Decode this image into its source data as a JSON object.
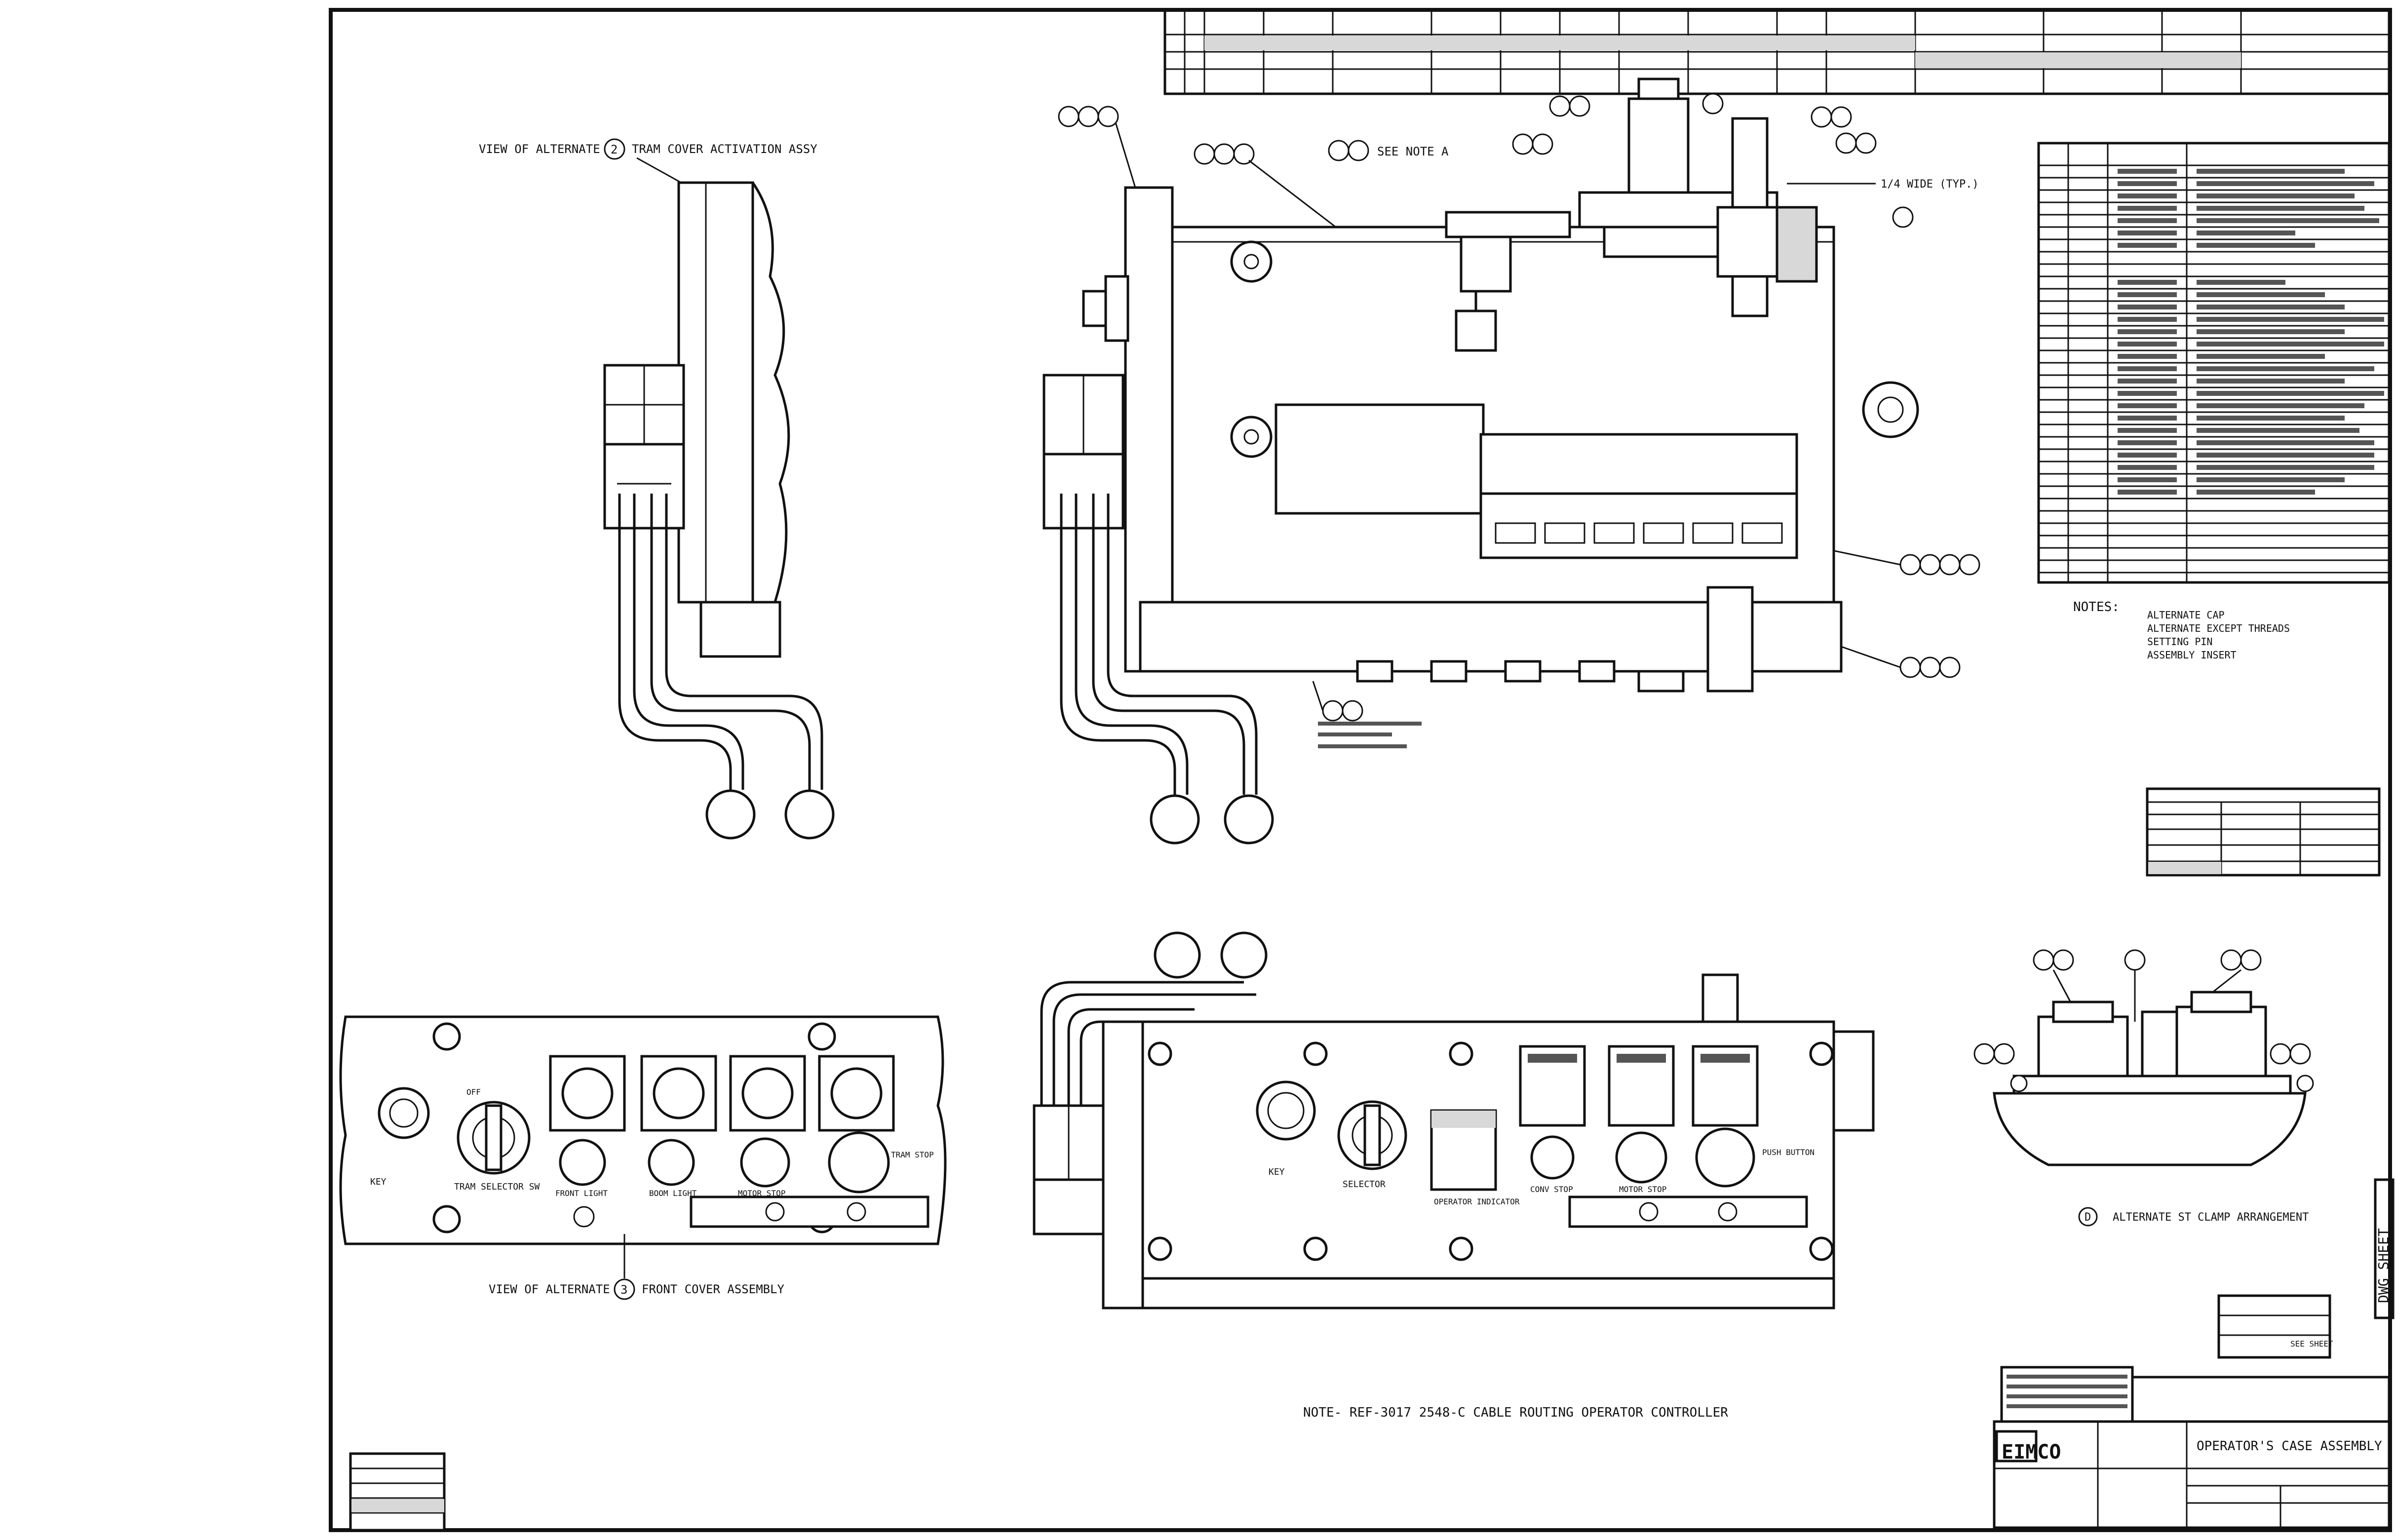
{
  "views": {
    "alt_cover_label": "VIEW OF ALTERNATE",
    "alt_cover_ref": "2",
    "alt_cover_name": "TRAM COVER ACTIVATION ASSY",
    "alt_front_label": "VIEW OF ALTERNATE",
    "alt_front_ref": "3",
    "alt_front_name": "FRONT COVER ASSEMBLY",
    "clamp_ref": "D",
    "clamp_label": "ALTERNATE ST CLAMP ARRANGEMENT",
    "see_note": "SEE NOTE A"
  },
  "dimension": "1/4 WIDE (TYP.)",
  "notes": {
    "title": "NOTES:",
    "lines": [
      "ALTERNATE CAP",
      "ALTERNATE EXCEPT THREADS",
      "SETTING PIN",
      "ASSEMBLY INSERT"
    ]
  },
  "bottom_note": "NOTE- REF-3017 2548-C CABLE ROUTING OPERATOR CONTROLLER",
  "front_labels": {
    "key": "KEY",
    "off": "OFF",
    "tram_selector": "TRAM SELECTOR SW",
    "b1": "FRONT LIGHT",
    "b2": "BOOM LIGHT",
    "b3": "MOTOR STOP",
    "b4": "TRAM STOP"
  },
  "panel_labels": {
    "key": "KEY",
    "selector": "SELECTOR",
    "indicator": "OPERATOR INDICATOR",
    "stop1": "CONV STOP",
    "stop2": "MOTOR STOP",
    "push": "PUSH BUTTON"
  },
  "title_block": {
    "company": "EIMCO",
    "title": "OPERATOR'S CASE ASSEMBLY",
    "sheet_ref": "SEE SHEET"
  }
}
